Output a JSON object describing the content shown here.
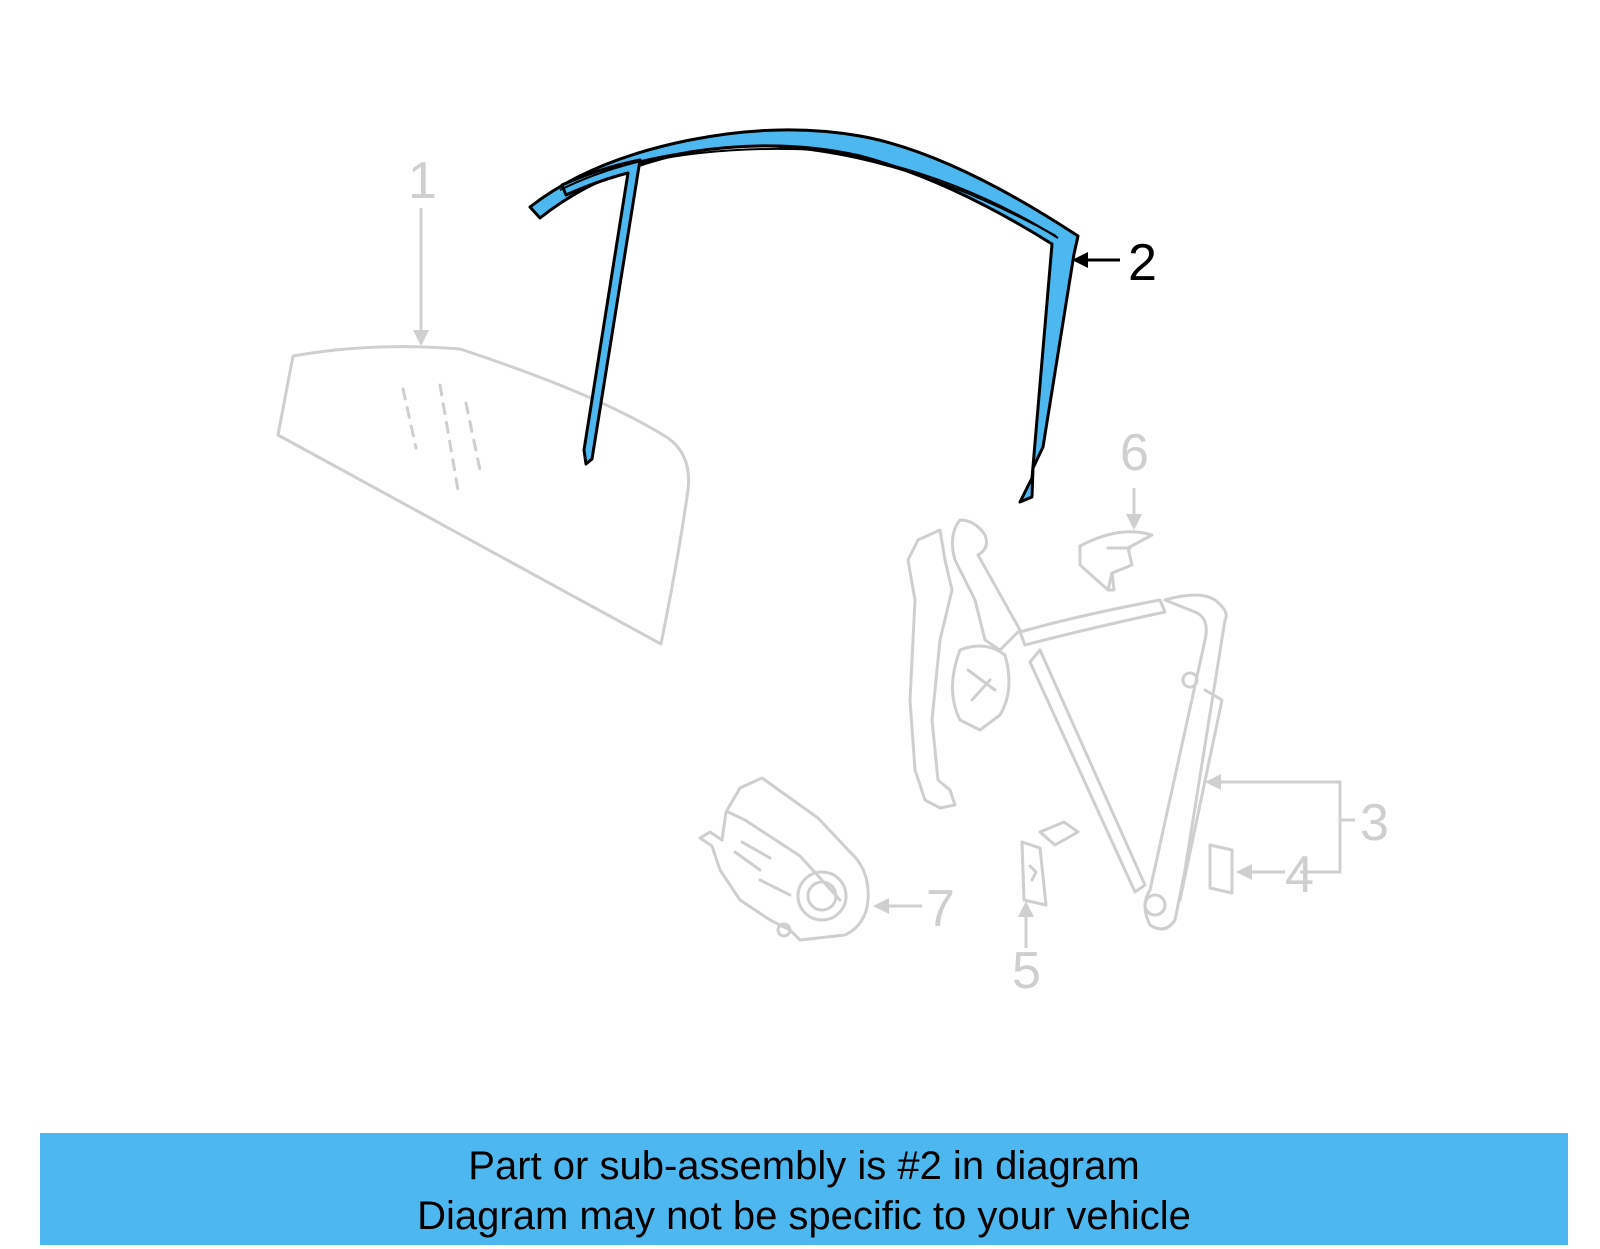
{
  "colors": {
    "highlight": "#4db8f0",
    "ghost_line": "#cfcfcf",
    "active_text": "#000000",
    "banner_bg": "#4db8f0"
  },
  "callouts": {
    "c1": "1",
    "c2": "2",
    "c3": "3",
    "c4": "4",
    "c5": "5",
    "c6": "6",
    "c7": "7"
  },
  "banner": {
    "line1": "Part or sub-assembly is #2 in diagram",
    "line2": "Diagram may not be specific to your vehicle"
  }
}
